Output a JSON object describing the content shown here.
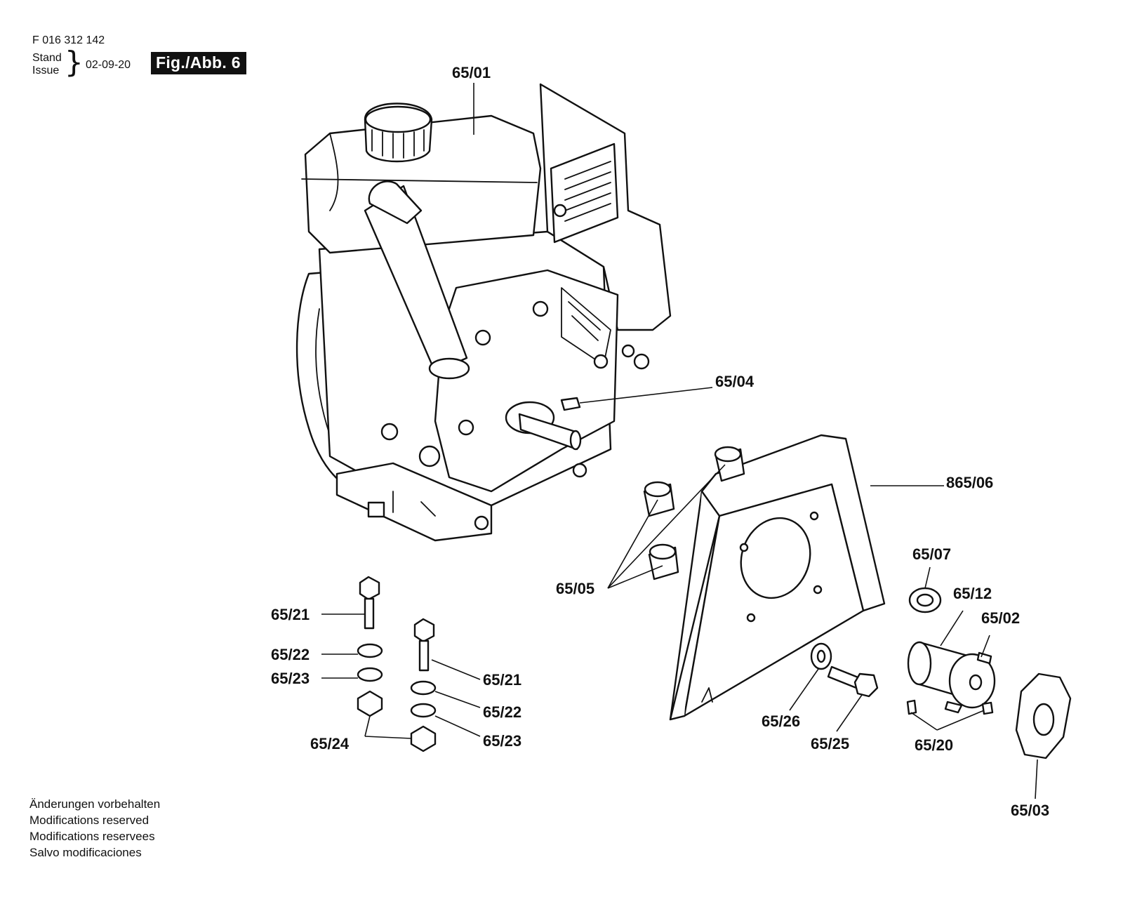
{
  "header": {
    "doc_number": "F 016 312 142",
    "stand_label": "Stand",
    "issue_label": "Issue",
    "date": "02-09-20",
    "figure": "Fig./Abb. 6"
  },
  "parts": [
    {
      "id": "p_6501",
      "label": "65/01"
    },
    {
      "id": "p_6504",
      "label": "65/04"
    },
    {
      "id": "p_86506",
      "label": "865/06"
    },
    {
      "id": "p_6505",
      "label": "65/05"
    },
    {
      "id": "p_6507",
      "label": "65/07"
    },
    {
      "id": "p_6512",
      "label": "65/12"
    },
    {
      "id": "p_6502",
      "label": "65/02"
    },
    {
      "id": "p_6521a",
      "label": "65/21"
    },
    {
      "id": "p_6522a",
      "label": "65/22"
    },
    {
      "id": "p_6523a",
      "label": "65/23"
    },
    {
      "id": "p_6521b",
      "label": "65/21"
    },
    {
      "id": "p_6522b",
      "label": "65/22"
    },
    {
      "id": "p_6523b",
      "label": "65/23"
    },
    {
      "id": "p_6524",
      "label": "65/24"
    },
    {
      "id": "p_6526",
      "label": "65/26"
    },
    {
      "id": "p_6525",
      "label": "65/25"
    },
    {
      "id": "p_6520",
      "label": "65/20"
    },
    {
      "id": "p_6503",
      "label": "65/03"
    }
  ],
  "footer": {
    "lines": [
      "Änderungen vorbehalten",
      "Modifications reserved",
      "Modifications reservees",
      "Salvo modificaciones"
    ]
  }
}
